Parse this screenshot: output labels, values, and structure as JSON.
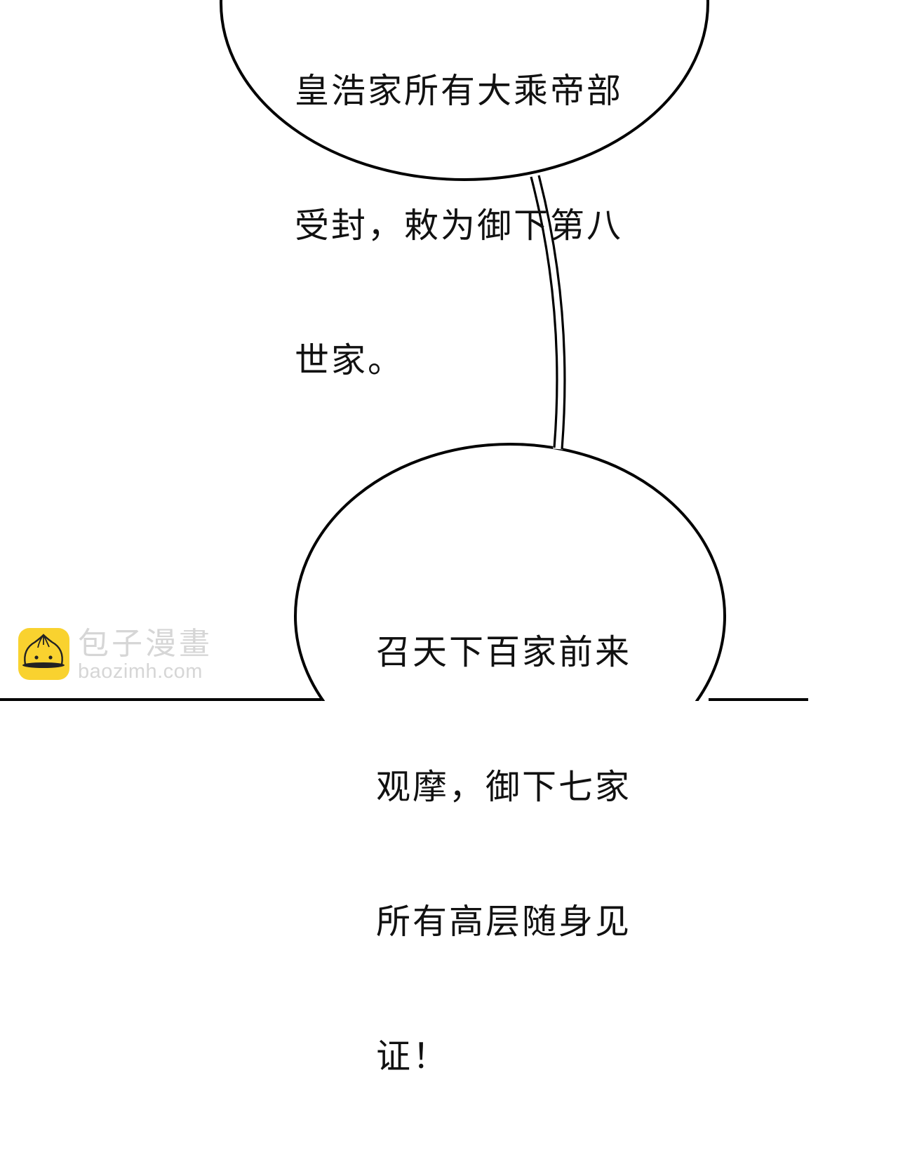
{
  "panel": {
    "background": "#ffffff",
    "stroke_color": "#000000"
  },
  "top_bubble": {
    "lines": [
      "皇浩家所有大乘帝部",
      "受封，敕为御下第八",
      "世家。"
    ],
    "first_line_cropped": true
  },
  "bottom_bubble": {
    "lines": [
      "召天下百家前来",
      "观摩，御下七家",
      "所有高层随身见",
      "证！"
    ],
    "last_line_cropped": true
  },
  "watermark": {
    "icon": "baozi-bun-icon",
    "title": "包子漫畫",
    "url": "baozimh.com",
    "logo_color": "#f9d22f",
    "text_color": "#d6d6d6"
  }
}
